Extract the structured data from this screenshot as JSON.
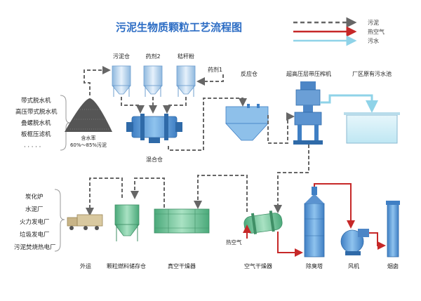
{
  "title": "污泥生物质颗粒工艺流程图",
  "legend": {
    "sludge": "污泥",
    "hot_air": "热空气",
    "wastewater": "污水"
  },
  "colors": {
    "title": "#2b6cc4",
    "sludge_line": "#666666",
    "hot_air_line": "#c62828",
    "wastewater_line": "#8fd3e8",
    "equipment_blue": "#5b9bd5",
    "equipment_green": "#6cc39a",
    "brace": "#999999"
  },
  "dewatering_sources": [
    "带式脱水机",
    "高压带式脱水机",
    "叠螺脱水机",
    "板框压滤机",
    "· · · · ·"
  ],
  "sludge_pile": {
    "label": "含水率",
    "range": "60%～85%污泥"
  },
  "silos": [
    "污泥仓",
    "药剂2",
    "秸秆粉"
  ],
  "agent1": "药剂1",
  "mixing_bin": "混合仓",
  "reaction_bin": "反应仓",
  "press": "超高压层带压榨机",
  "factory_pool": "厂区原有污水池",
  "end_uses": [
    "炭化炉",
    "水泥厂",
    "火力发电厂",
    "垃圾发电厂",
    "污泥焚烧热电厂"
  ],
  "bottom_labels": {
    "truck": "外运",
    "storage": "颗粒燃料储存仓",
    "vacuum_dryer": "真空干燥器",
    "air_dryer": "空气干燥器",
    "deodorizer": "除臭塔",
    "fan": "风机",
    "chimney": "烟囱"
  },
  "hot_air_label": "热空气"
}
